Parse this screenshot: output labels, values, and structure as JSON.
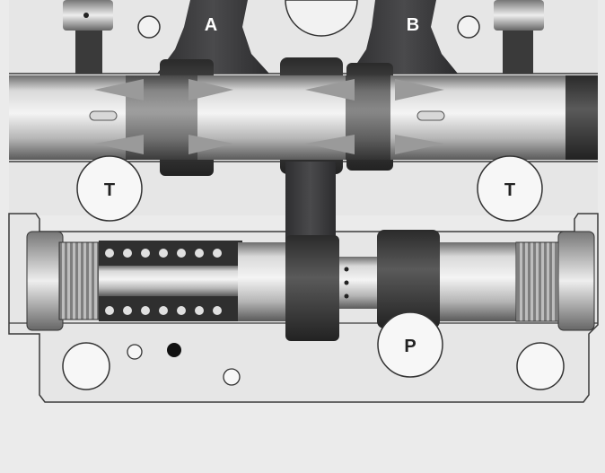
{
  "ports": {
    "a": "A",
    "b": "B",
    "t_left": "T",
    "t_right": "T",
    "p": "P"
  },
  "colors": {
    "background": "#ebebeb",
    "housing_fill": "#e6e6e6",
    "housing_stroke": "#3a3a3a",
    "channel": "#3b3b3d",
    "steel": "#c9c9c9"
  }
}
